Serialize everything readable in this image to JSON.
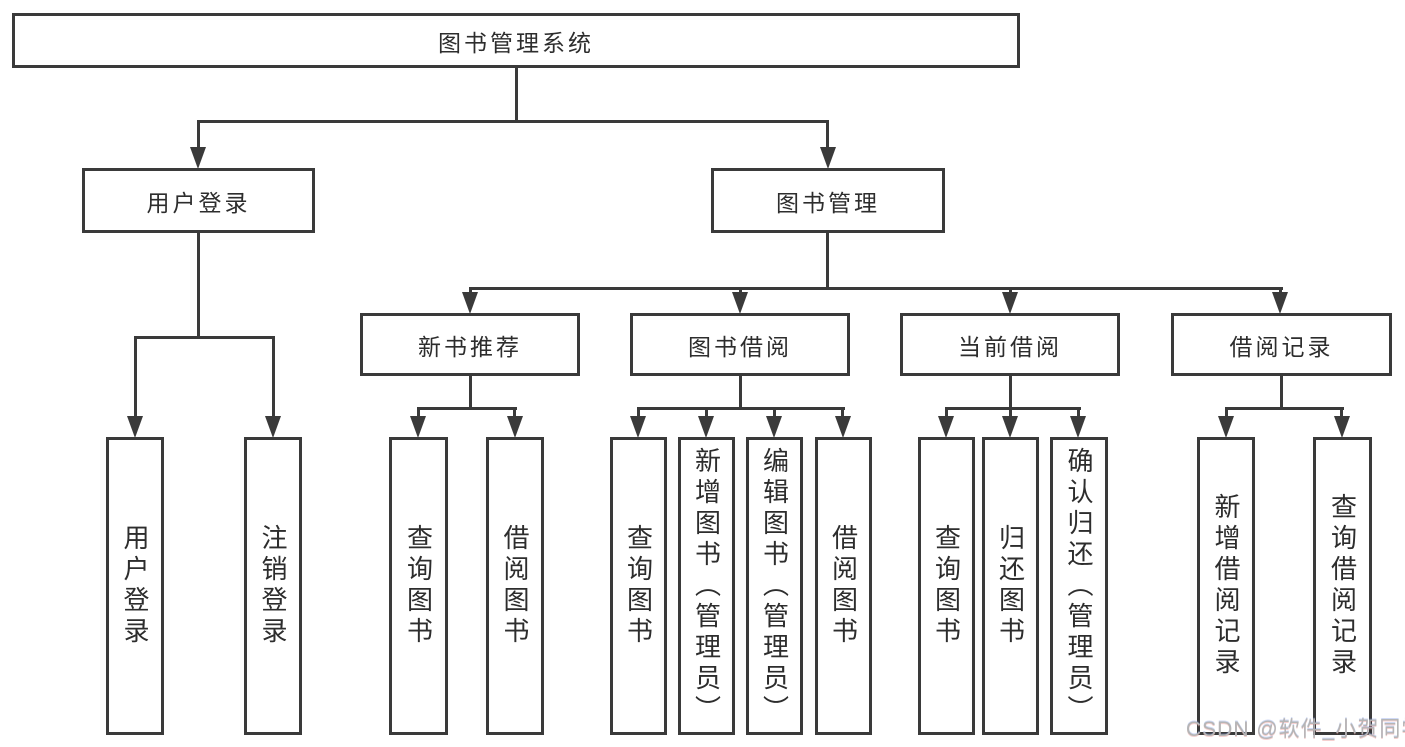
{
  "colors": {
    "line": "#3a3a3a",
    "text": "#2d2d2d",
    "background": "#ffffff",
    "watermark_text": "#b5b5b5"
  },
  "root": {
    "label": "图书管理系统"
  },
  "level2": {
    "user_login": {
      "label": "用户登录"
    },
    "book_management": {
      "label": "图书管理"
    }
  },
  "level3": {
    "new_book_recommend": {
      "label": "新书推荐"
    },
    "book_borrow": {
      "label": "图书借阅"
    },
    "current_borrow": {
      "label": "当前借阅"
    },
    "borrow_records": {
      "label": "借阅记录"
    }
  },
  "leaves": {
    "user_login": [
      "用户登录",
      "注销登录"
    ],
    "new_book_recommend": [
      "查询图书",
      "借阅图书"
    ],
    "book_borrow": [
      "查询图书",
      "新增图书（管理员）",
      "编辑图书（管理员）",
      "借阅图书"
    ],
    "current_borrow": [
      "查询图书",
      "归还图书",
      "确认归还（管理员）"
    ],
    "borrow_records": [
      "新增借阅记录",
      "查询借阅记录"
    ]
  },
  "watermark": {
    "label": "CSDN @软件_小贺同学"
  }
}
